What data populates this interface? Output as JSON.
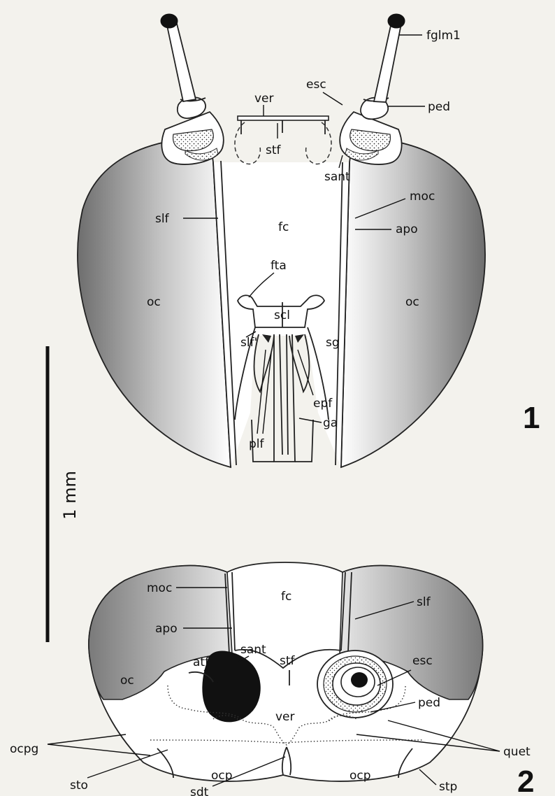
{
  "fig1": {
    "number": "1",
    "labels": {
      "fglm1": "fglm1",
      "esc": "esc",
      "ver": "ver",
      "ped": "ped",
      "stf": "stf",
      "sant": "sant",
      "moc": "moc",
      "slf": "slf",
      "fc": "fc",
      "apo": "apo",
      "fta": "fta",
      "oc_left": "oc",
      "oc_right": "oc",
      "scl": "scl",
      "slf_prime": "slf'",
      "sg": "sg",
      "epf": "epf",
      "plf": "plf",
      "ga": "ga"
    }
  },
  "fig2": {
    "number": "2",
    "labels": {
      "moc": "moc",
      "fc": "fc",
      "slf": "slf",
      "apo": "apo",
      "sant": "sant",
      "atf": "atf",
      "esc": "esc",
      "oc": "oc",
      "stf": "stf",
      "ped": "ped",
      "ver": "ver",
      "ocpg": "ocpg",
      "quet": "quet",
      "sto": "sto",
      "ocp_left": "ocp",
      "ocp_right": "ocp",
      "stp": "stp",
      "sdt": "sdt"
    }
  },
  "scale_bar": {
    "label": "1 mm"
  },
  "colors": {
    "eye_dark": "#6e6e6e",
    "eye_light": "#ffffff",
    "ink": "#111111",
    "paper": "#f3f2ed"
  }
}
